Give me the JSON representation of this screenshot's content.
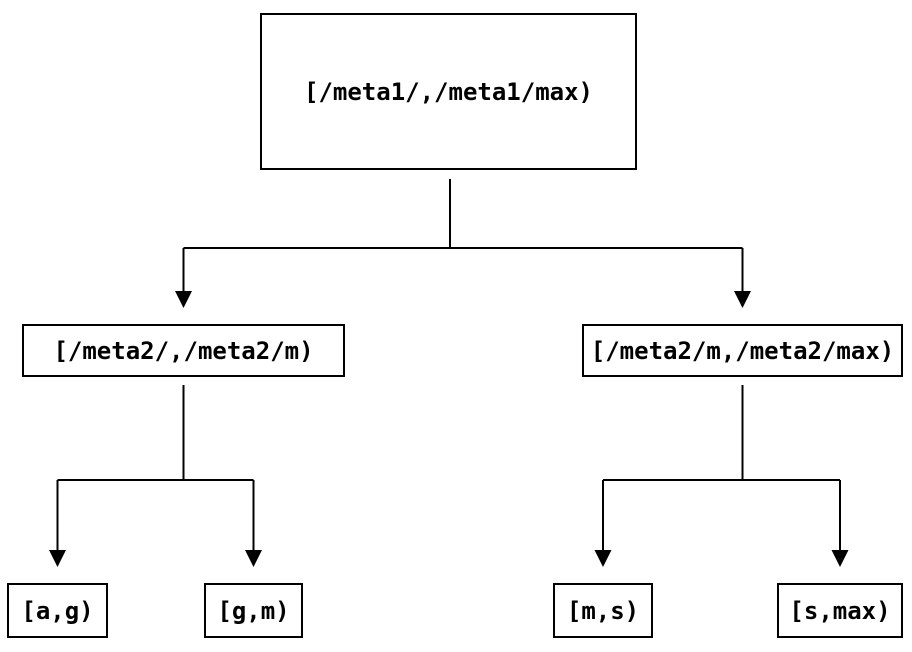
{
  "diagram": {
    "type": "tree",
    "background_color": "#ffffff",
    "line_color": "#000000",
    "node_fill_color": "#ffffff",
    "node_border_color": "#000000",
    "text_color": "#000000",
    "nodes": [
      {
        "id": "root",
        "label": "[/meta1/,/meta1/max)",
        "level": 0
      },
      {
        "id": "mid-left",
        "label": "[/meta2/,/meta2/m)",
        "level": 1
      },
      {
        "id": "mid-right",
        "label": "[/meta2/m,/meta2/max)",
        "level": 1
      },
      {
        "id": "leaf-ag",
        "label": "[a,g)",
        "level": 2
      },
      {
        "id": "leaf-gm",
        "label": "[g,m)",
        "level": 2
      },
      {
        "id": "leaf-ms",
        "label": "[m,s)",
        "level": 2
      },
      {
        "id": "leaf-smax",
        "label": "[s,max)",
        "level": 2
      }
    ],
    "edges": [
      {
        "from": "root",
        "to": "mid-left"
      },
      {
        "from": "root",
        "to": "mid-right"
      },
      {
        "from": "mid-left",
        "to": "leaf-ag"
      },
      {
        "from": "mid-left",
        "to": "leaf-gm"
      },
      {
        "from": "mid-right",
        "to": "leaf-ms"
      },
      {
        "from": "mid-right",
        "to": "leaf-smax"
      }
    ]
  }
}
